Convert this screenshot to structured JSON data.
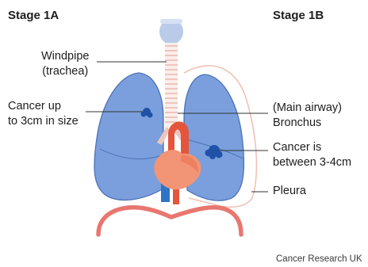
{
  "stages": {
    "left": "Stage 1A",
    "right": "Stage 1B"
  },
  "labels": {
    "windpipe": [
      "Windpipe",
      "(trachea)"
    ],
    "cancer_left": [
      "Cancer up",
      "to 3cm in size"
    ],
    "bronchus": [
      "(Main airway)",
      "Bronchus"
    ],
    "cancer_right": [
      "Cancer is",
      "between 3-4cm"
    ],
    "pleura": "Pleura"
  },
  "source": "Cancer Research UK",
  "colors": {
    "lung": "#7a9fdc",
    "lung_outline": "#4d72b8",
    "tumor": "#1f52a8",
    "heart": "#f29476",
    "aorta": "#e4553c",
    "vessel_blue": "#2f74c6",
    "trachea_ring": "#f2d6cf",
    "larynx": "#b9cbe8",
    "pleura_line": "#f0c2b5",
    "diaphragm": "#e8776f"
  }
}
